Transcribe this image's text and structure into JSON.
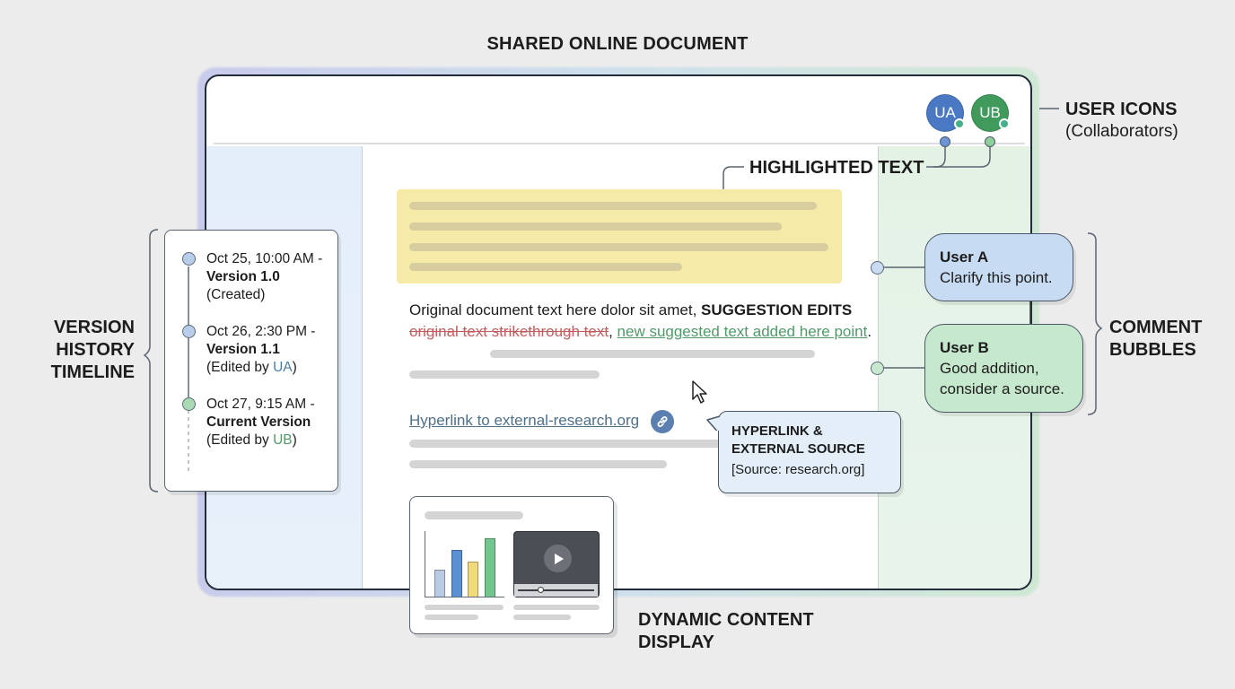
{
  "title": "SHARED ONLINE DOCUMENT",
  "colors": {
    "user_a": "#4a78c2",
    "user_b": "#3f9a5c",
    "highlight": "#f6eaa9",
    "strikethrough": "#c45d5d",
    "suggestion": "#4f9a68",
    "link": "#4e7089",
    "comment_a_bg": "#c7dbf3",
    "comment_b_bg": "#c6e8cd"
  },
  "collaborators": [
    {
      "initials": "UA",
      "color": "#4a78c2",
      "status_color": "#46b08a"
    },
    {
      "initials": "UB",
      "color": "#3f9a5c",
      "status_color": "#46b08a"
    }
  ],
  "labels": {
    "user_icons": "USER ICONS",
    "user_icons_sub": "(Collaborators)",
    "highlighted_text": "HIGHLIGHTED TEXT",
    "version_history": [
      "VERSION",
      "HISTORY",
      "TIMELINE"
    ],
    "comment_bubbles": [
      "COMMENT",
      "BUBBLES"
    ],
    "dynamic_content": [
      "DYNAMIC CONTENT",
      "DISPLAY"
    ]
  },
  "document": {
    "paragraph_plain": "Original document text here dolor sit amet, ",
    "paragraph_bold": "SUGGESTION EDITS",
    "strikethrough": "original text strikethrough text",
    "comma": ",",
    "suggested": "new suggested text added here point",
    "period": ".",
    "hyperlink": "Hyperlink to external-research.org",
    "link_icon": "link-icon"
  },
  "callout": {
    "heading_line1": "HYPERLINK &",
    "heading_line2": "EXTERNAL SOURCE",
    "source": "[Source: research.org]"
  },
  "version_history": [
    {
      "timestamp": "Oct 25, 10:00 AM -",
      "version": "Version 1.0",
      "note": "(Created)",
      "editor": "",
      "node_color": "#b8cdea"
    },
    {
      "timestamp": "Oct 26, 2:30 PM -",
      "version": "Version 1.1",
      "note_prefix": "(Edited by ",
      "editor": "UA",
      "note_suffix": ")",
      "node_color": "#b8cdea"
    },
    {
      "timestamp": "Oct 27, 9:15 AM -",
      "version": "Current Version",
      "note_prefix": "(Edited by ",
      "editor": "UB",
      "note_suffix": ")",
      "node_color": "#a8dbb4"
    }
  ],
  "comments": [
    {
      "user": "User A",
      "text": "Clarify this point."
    },
    {
      "user": "User B",
      "text_line1": "Good addition,",
      "text_line2": "consider a source."
    }
  ],
  "dynamic_content": {
    "chart_bars": [
      {
        "height": 30,
        "color": "#b9cbe3"
      },
      {
        "height": 52,
        "color": "#5b8fd3"
      },
      {
        "height": 39,
        "color": "#f3d97e"
      },
      {
        "height": 65,
        "color": "#72c58d"
      }
    ],
    "video_icon": "play-icon"
  }
}
